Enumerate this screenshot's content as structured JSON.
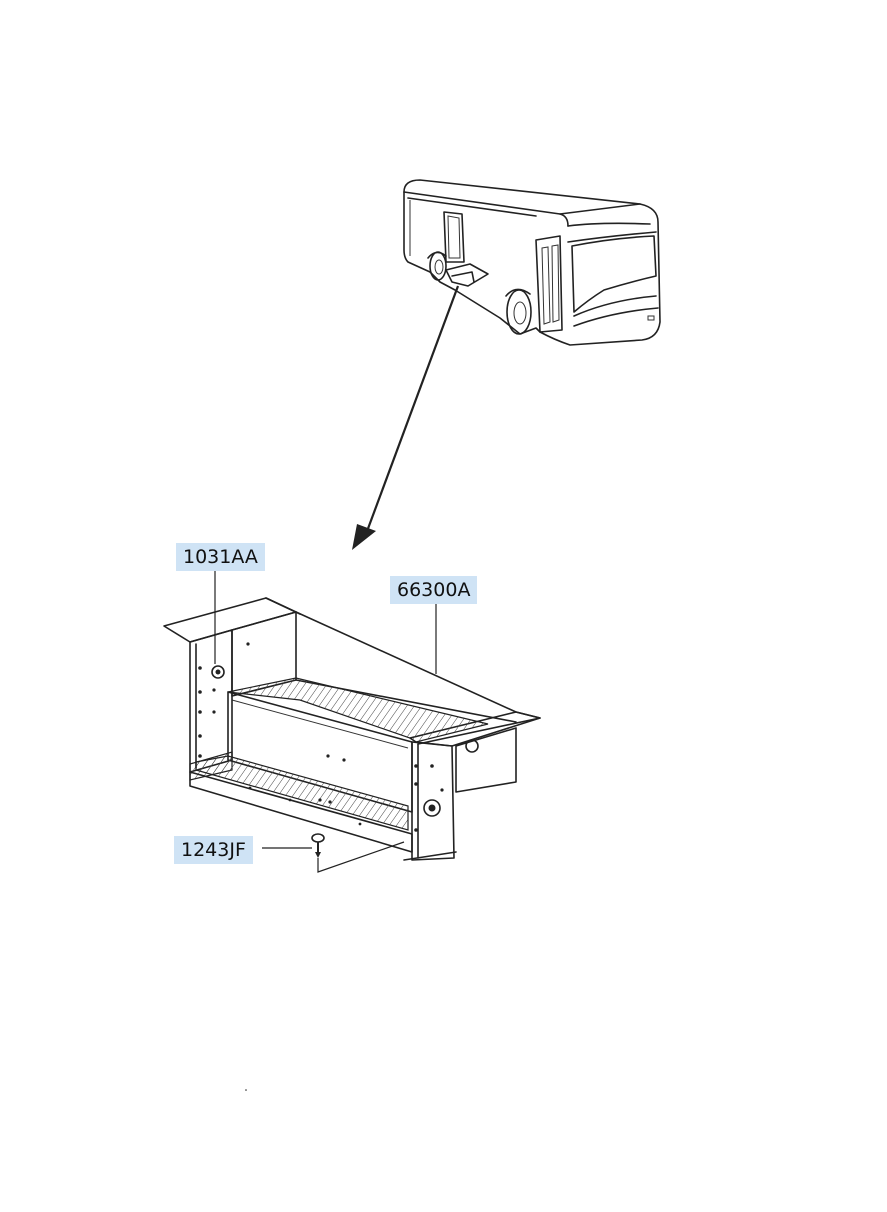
{
  "callouts": {
    "part_1031AA": "1031AA",
    "part_66300A": "66300A",
    "part_1243JF": "1243JF"
  },
  "colors": {
    "callout_background": "#cfe3f5",
    "line": "#222222",
    "background": "#ffffff"
  },
  "icons": {
    "bus": "bus-illustration",
    "box": "storage-box-assembly",
    "arrow": "location-arrow",
    "screw": "screw-icon",
    "bolt": "bolt-icon"
  }
}
